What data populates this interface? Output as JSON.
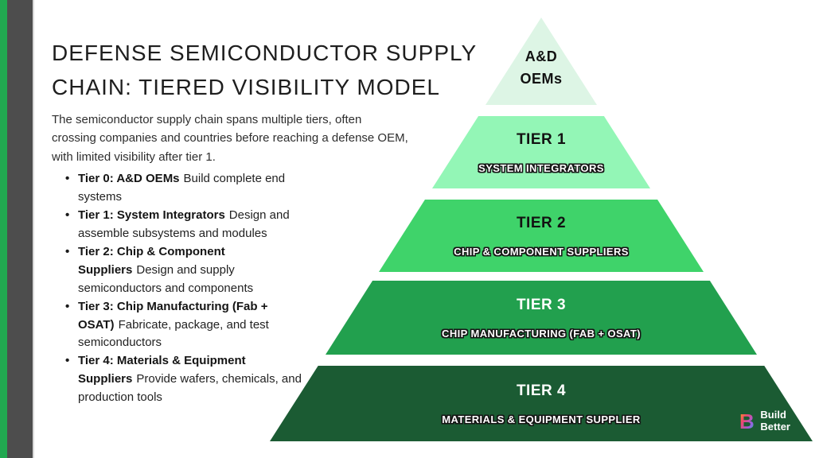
{
  "left": {
    "title": "DEFENSE SEMICONDUCTOR SUPPLY CHAIN: TIERED VISIBILITY MODEL",
    "intro": "The semiconductor supply chain spans multiple tiers, often crossing companies and countries before reaching a defense OEM, with limited visibility after tier 1.",
    "bullets": [
      {
        "label": "Tier 0: A&D OEMs",
        "desc": "Build complete end systems"
      },
      {
        "label": "Tier 1: System Integrators",
        "desc": "Design and assemble subsystems and modules"
      },
      {
        "label": "Tier 2: Chip & Component Suppliers",
        "desc": "Design and supply semiconductors and components"
      },
      {
        "label": "Tier 3: Chip Manufacturing (Fab + OSAT)",
        "desc": "Fabricate, package, and test semiconductors"
      },
      {
        "label": "Tier 4: Materials & Equipment Suppliers",
        "desc": "Provide wafers, chemicals, and production tools"
      }
    ]
  },
  "pyramid": {
    "tiers": [
      {
        "heading_line1": "A&D",
        "heading_line2": "OEMs",
        "sub": "",
        "color": "#ddf5e5",
        "heading_color": "#121212"
      },
      {
        "heading": "TIER 1",
        "sub": "SYSTEM INTEGRATORS",
        "color": "#93f6b6",
        "heading_color": "#121212"
      },
      {
        "heading": "TIER 2",
        "sub": "CHIP & COMPONENT SUPPLIERS",
        "color": "#3fd36a",
        "heading_color": "#121212"
      },
      {
        "heading": "TIER 3",
        "sub": "CHIP MANUFACTURING (FAB + OSAT)",
        "color": "#22a04e",
        "heading_color": "#ffffff"
      },
      {
        "heading": "TIER 4",
        "sub": "MATERIALS & EQUIPMENT SUPPLIER",
        "color": "#1b5b33",
        "heading_color": "#ffffff"
      }
    ]
  },
  "brand": {
    "mark": "B",
    "line1": "Build",
    "line2": "Better"
  },
  "decor": {
    "stripe_green": "#21a850",
    "stripe_gray": "#4d4d4d"
  }
}
